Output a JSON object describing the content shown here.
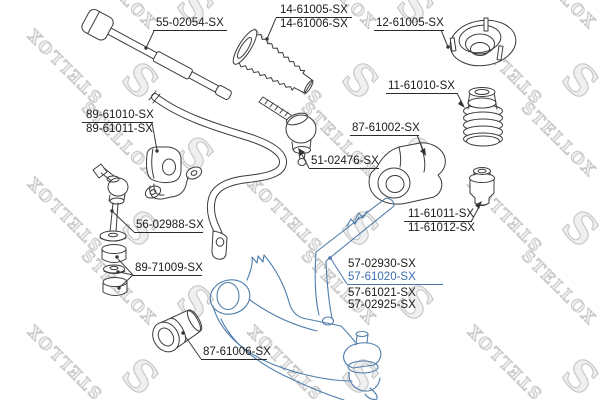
{
  "watermark": {
    "text": "STELLOX",
    "logo_char": "S"
  },
  "colors": {
    "line": "#3c3c3c",
    "highlight_text": "#3a6fae",
    "highlight_drawing": "#4f7dab",
    "label_text": "#1b1b1b",
    "watermark": "#c9c9c9",
    "background": "#ffffff"
  },
  "part_labels": {
    "inner_tie_rod": "55-02054-SX",
    "bellows_a": "14-61005-SX",
    "bellows_b": "14-61006-SX",
    "strut_mount": "12-61005-SX",
    "bump_stop_boot": "11-61010-SX",
    "stab_bushing_a": "89-61010-SX",
    "stab_bushing_b": "89-61011-SX",
    "bushing_housing": "87-61002-SX",
    "tie_rod_end": "51-02476-SX",
    "stabilizer_link": "56-02988-SX",
    "link_bushing_kit": "89-71009-SX",
    "bump_stop_a": "11-61011-SX",
    "bump_stop_b": "11-61012-SX",
    "control_arm_1": "57-02930-SX",
    "control_arm_selected": "57-61020-SX",
    "control_arm_2": "57-61021-SX",
    "control_arm_3": "57-02925-SX",
    "arm_bushing": "87-61006-SX"
  },
  "selected_part": "57-61020-SX"
}
